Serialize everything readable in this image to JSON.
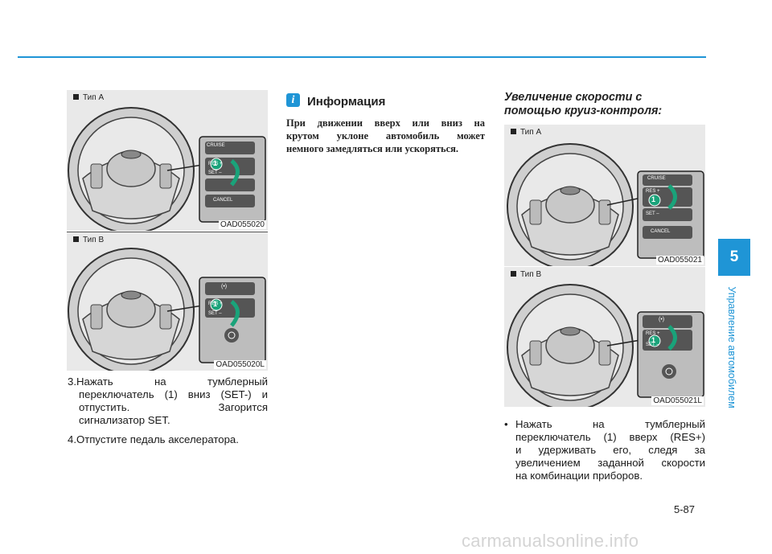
{
  "chapter": {
    "number": "5",
    "title": "Управление автомобилем"
  },
  "page_number": "5-87",
  "watermark": "carmanualsonline.info",
  "left_column": {
    "figure_a": {
      "caption": "Тип A",
      "code": "OAD055020",
      "callout": "1",
      "buttons": [
        "CRUISE",
        "RES +",
        "SET –",
        "CANCEL"
      ]
    },
    "figure_b": {
      "caption": "Тип B",
      "code": "OAD055020L",
      "callout": "1",
      "buttons": [
        "(•)",
        "RES +",
        "SET –"
      ]
    },
    "step3": {
      "line1": "3.Нажать на тумблерный",
      "line2": "переключатель (1) вниз (SET-) и",
      "line3": "отпустить. Загорится",
      "line4": "сигнализатор SET."
    },
    "step4": "4.Отпустите педаль акселератора."
  },
  "info_box": {
    "icon": "i",
    "title": "Информация",
    "line1": "При движении вверх или вниз на",
    "line2": "крутом уклоне автомобиль может",
    "line3": "немного замедляться или ускоряться."
  },
  "right_column": {
    "heading_line1": "Увеличение скорости с",
    "heading_line2": "помощью круиз-контроля:",
    "figure_a": {
      "caption": "Тип A",
      "code": "OAD055021",
      "callout": "1",
      "buttons": [
        "CRUISE",
        "RES +",
        "SET –",
        "CANCEL"
      ]
    },
    "figure_b": {
      "caption": "Тип B",
      "code": "OAD055021L",
      "callout": "1",
      "buttons": [
        "(•)",
        "RES +",
        "SET –"
      ]
    },
    "bullet": {
      "symbol": "•",
      "line1": "Нажать на тумблерный",
      "line2": "переключатель (1) вверх (RES+)",
      "line3": "и удерживать его, следя за",
      "line4": "увеличением заданной скорости",
      "line5": "на комбинации приборов."
    }
  },
  "colors": {
    "accent": "#1f95d6",
    "figure_bg": "#e9e9e9",
    "callout": "#1aa37a"
  }
}
